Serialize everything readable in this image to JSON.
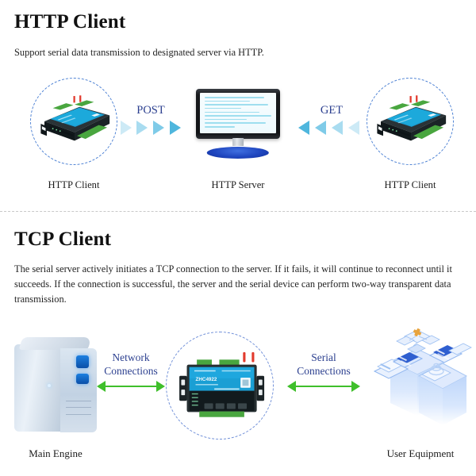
{
  "sections": [
    {
      "id": "http",
      "title": "HTTP Client",
      "description": "Support serial data transmission to designated server via HTTP.",
      "nodes": [
        {
          "label": "HTTP Client",
          "type": "serial-server-device"
        },
        {
          "label": "HTTP Server",
          "type": "monitor"
        },
        {
          "label": "HTTP Client",
          "type": "serial-server-device"
        }
      ],
      "flows": [
        {
          "label": "POST",
          "direction": "right"
        },
        {
          "label": "GET",
          "direction": "left"
        }
      ]
    },
    {
      "id": "tcp",
      "title": "TCP Client",
      "description": "The serial server actively initiates a TCP connection to the server. If it fails, it will continue to reconnect until it succeeds. If the connection is successful, the server and the serial device can perform two-way transparent data transmission.",
      "nodes": [
        {
          "label": "Main Engine",
          "type": "tower-pc"
        },
        {
          "label": "",
          "type": "serial-server-device",
          "model": "ZHC4922"
        },
        {
          "label": "User Equipment",
          "type": "iso-equipment"
        }
      ],
      "flows": [
        {
          "label_line1": "Network",
          "label_line2": "Connections",
          "direction": "both"
        },
        {
          "label_line1": "Serial",
          "label_line2": "Connections",
          "direction": "both"
        }
      ]
    }
  ],
  "colors": {
    "heading": "#111111",
    "body_text": "#232323",
    "flow_label": "#2b3f8f",
    "chevron_light": "#bfe6f5",
    "chevron_dark": "#4fb6dd",
    "arrow_green": "#3fbf2b",
    "dashed_circle": "#4e82d4",
    "divider": "#c9c9c9",
    "device_panel": "#1a9fd4",
    "device_body": "#222b2e",
    "terminal_green": "#49a63f",
    "antenna_red": "#e23b2e",
    "monitor_base": "#1f46bf"
  }
}
